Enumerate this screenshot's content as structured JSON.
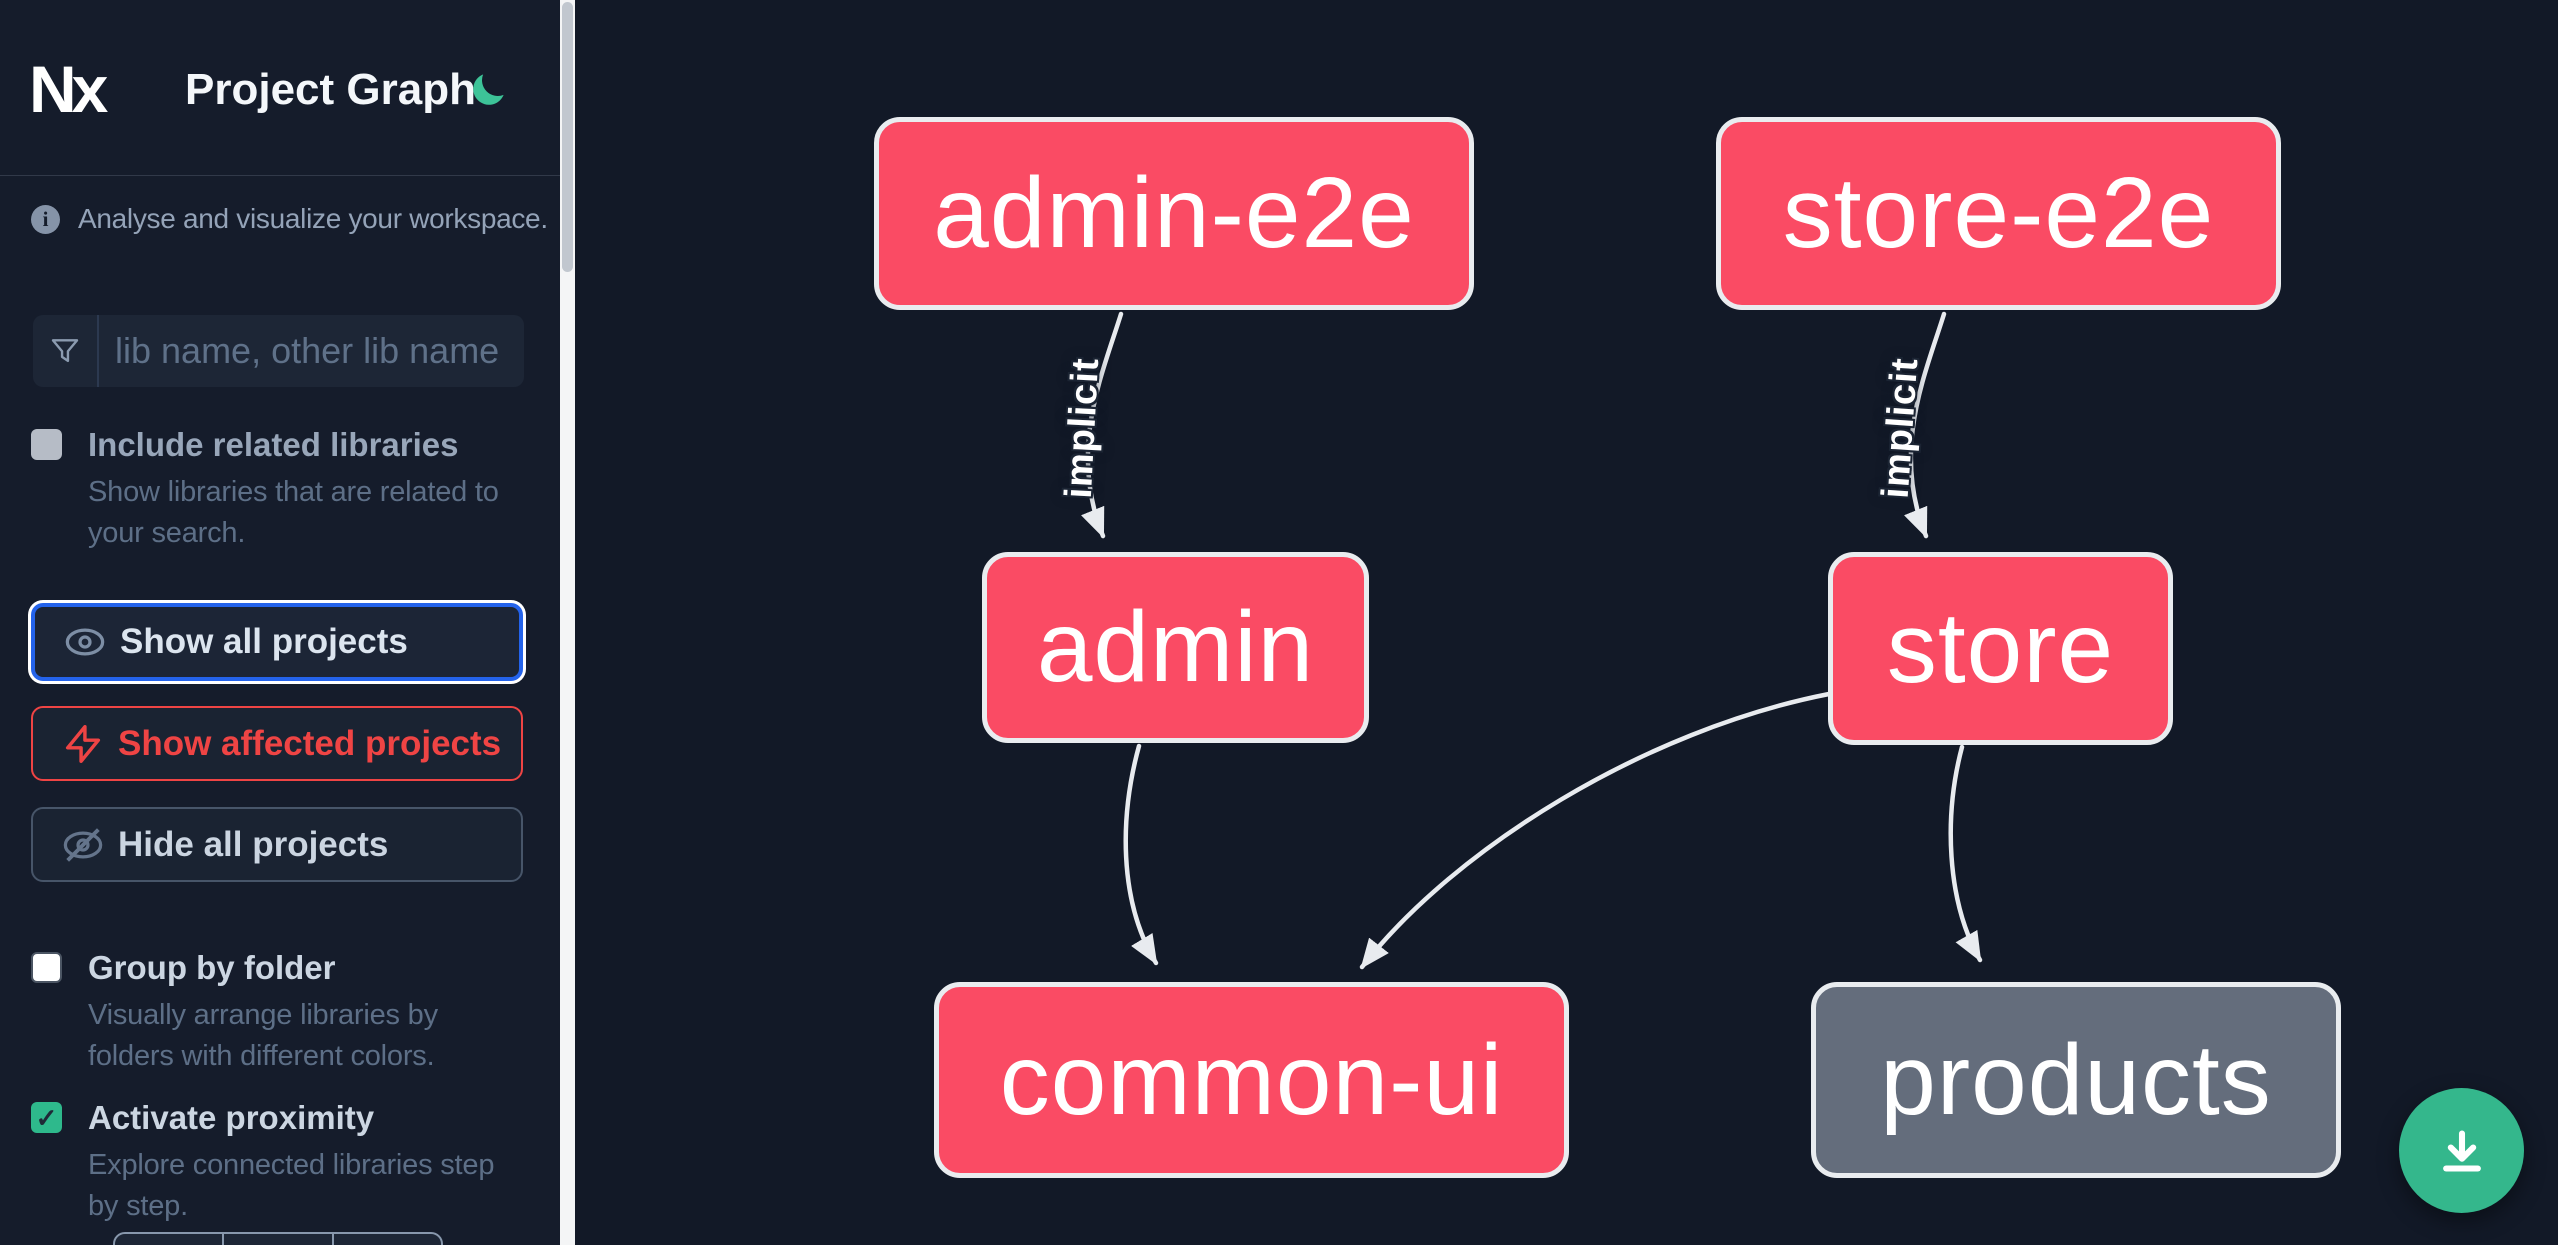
{
  "header": {
    "logo_text": "Nx",
    "title": "Project Graph"
  },
  "info": {
    "text": "Analyse and visualize your workspace."
  },
  "search": {
    "placeholder": "lib name, other lib name"
  },
  "toggles": [
    {
      "label": "Include related libraries",
      "description_lines": [
        "Show libraries that are related to",
        "your search."
      ],
      "checked": false,
      "disabled": true
    },
    {
      "label": "Group by folder",
      "description_lines": [
        "Visually arrange libraries by",
        "folders with different colors."
      ],
      "checked": false,
      "disabled": false
    },
    {
      "label": "Activate proximity",
      "description_lines": [
        "Explore connected libraries step",
        "by step."
      ],
      "checked": true,
      "disabled": false,
      "check_glyph": "✓"
    }
  ],
  "actions": [
    {
      "label": "Show all projects",
      "icon": "eye-icon",
      "state": "focused"
    },
    {
      "label": "Show affected projects",
      "icon": "lightning-bolt-icon",
      "state": "affected"
    },
    {
      "label": "Hide all projects",
      "icon": "eye-off-icon",
      "state": "default"
    }
  ],
  "graph": {
    "nodes": [
      {
        "id": "admin-e2e",
        "label": "admin-e2e",
        "kind": "e2e-app",
        "color": "pink"
      },
      {
        "id": "store-e2e",
        "label": "store-e2e",
        "kind": "e2e-app",
        "color": "pink"
      },
      {
        "id": "admin",
        "label": "admin",
        "kind": "app",
        "color": "pink"
      },
      {
        "id": "store",
        "label": "store",
        "kind": "app",
        "color": "pink"
      },
      {
        "id": "common-ui",
        "label": "common-ui",
        "kind": "lib",
        "color": "pink"
      },
      {
        "id": "products",
        "label": "products",
        "kind": "lib",
        "color": "gray"
      }
    ],
    "edges": [
      {
        "source": "admin-e2e",
        "target": "admin",
        "label": "implicit"
      },
      {
        "source": "store-e2e",
        "target": "store",
        "label": "implicit"
      },
      {
        "source": "admin",
        "target": "common-ui",
        "label": ""
      },
      {
        "source": "store",
        "target": "common-ui",
        "label": ""
      },
      {
        "source": "store",
        "target": "products",
        "label": ""
      }
    ]
  },
  "fab": {
    "icon": "download-icon"
  },
  "colors": {
    "node_pink": "#fa4b64",
    "node_gray": "#646d7c",
    "node_border": "#e9ecef",
    "edge": "#e8ebef",
    "accent_green": "#34b78c",
    "moon_green": "#3dc398",
    "focus_blue": "#2463eb",
    "affected_red": "#ef4444",
    "sidebar_bg": "#151c2b",
    "canvas_bg": "#121927"
  }
}
